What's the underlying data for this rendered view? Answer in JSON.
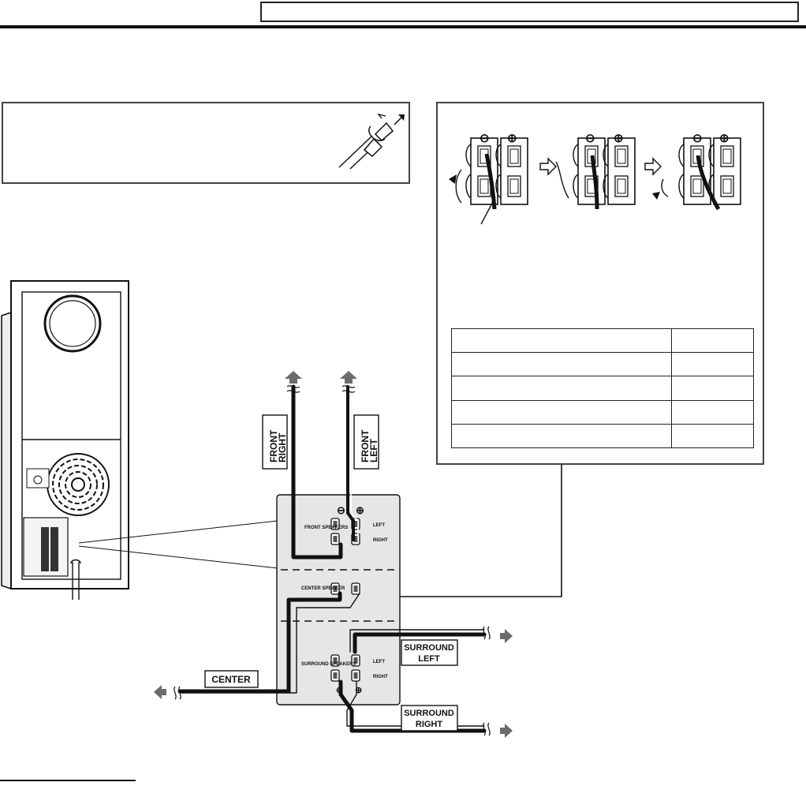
{
  "terminals": {
    "minus_symbol": "⊖",
    "plus_symbol": "⊕",
    "front_speakers": "FRONT SPEAKERS",
    "center_speaker": "CENTER SPEAKER",
    "surround_speakers": "SURROUND SPEAKERS",
    "left": "LEFT",
    "right": "RIGHT"
  },
  "cable_labels": {
    "front_right": [
      "FRONT",
      "RIGHT"
    ],
    "front_left": [
      "FRONT",
      "LEFT"
    ],
    "center": "CENTER",
    "surround_left": [
      "SURROUND",
      "LEFT"
    ],
    "surround_right": [
      "SURROUND",
      "RIGHT"
    ]
  },
  "impedance_table": {
    "rows": [
      [
        "",
        ""
      ],
      [
        "",
        ""
      ],
      [
        "",
        ""
      ],
      [
        "",
        ""
      ],
      [
        "",
        ""
      ]
    ]
  },
  "colors": {
    "line": "#111111",
    "panel_gray": "#e6e6e6",
    "arrow_gray": "#6b6b6b"
  },
  "icons": [
    "cable-twist-icon",
    "right-arrow-icon",
    "speaker-direction-arrow-icon"
  ]
}
